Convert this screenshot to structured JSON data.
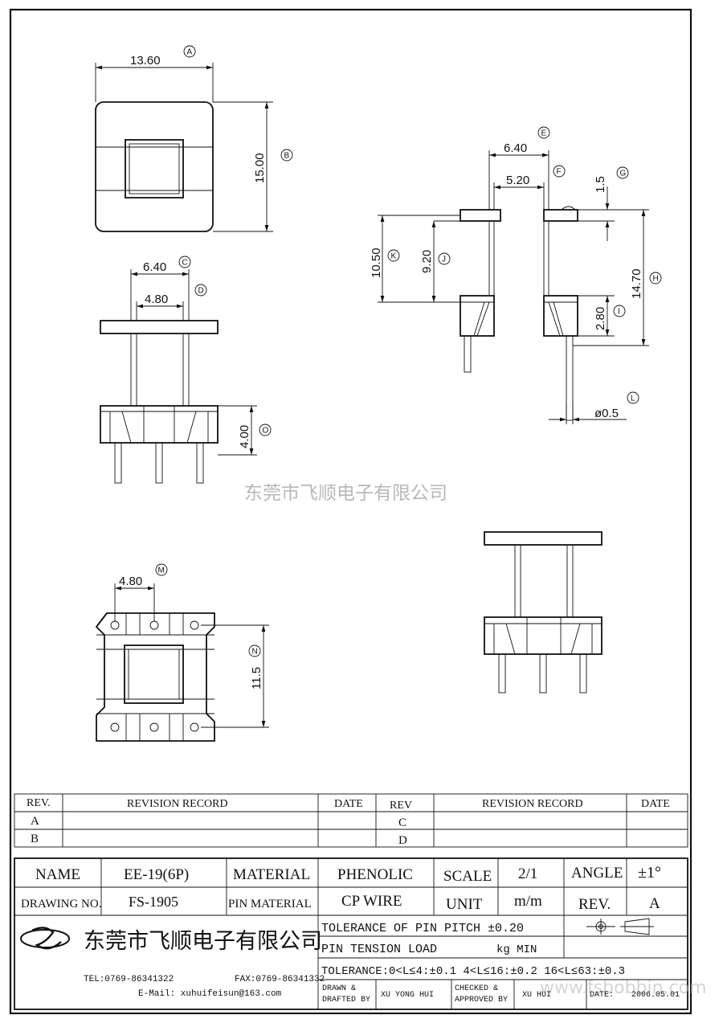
{
  "dimensions": {
    "A": "13.60",
    "B": "15.00",
    "C": "6.40",
    "D": "4.80",
    "O": "4.00",
    "E": "6.40",
    "F": "5.20",
    "G": "1.5",
    "K": "10.50",
    "J": "9.20",
    "H": "14.70",
    "I": "2.80",
    "L": "ø0.5",
    "M": "4.80",
    "N": "11.5"
  },
  "callouts": [
    "A",
    "B",
    "C",
    "D",
    "O",
    "E",
    "F",
    "G",
    "K",
    "J",
    "H",
    "I",
    "L",
    "M",
    "N"
  ],
  "watermark_center": "东莞市飞顺电子有限公司",
  "watermark_corner": "www.fsbobbin.com",
  "revision_table": {
    "headers": {
      "rev": "REV.",
      "record": "REVISION RECORD",
      "date": "DATE",
      "rev2": "REV",
      "record2": "REVISION RECORD",
      "date2": "DATE"
    },
    "rows": [
      {
        "left": "A",
        "right": "C"
      },
      {
        "left": "B",
        "right": "D"
      }
    ]
  },
  "title_block": {
    "name_label": "NAME",
    "name_value": "EE-19(6P)",
    "material_label": "MATERIAL",
    "material_value": "PHENOLIC",
    "scale_label": "SCALE",
    "scale_value": "2/1",
    "angle_label": "ANGLE",
    "angle_value": "±1°",
    "drawing_no_label": "DRAWING NO.",
    "drawing_no_value": "FS-1905",
    "pin_material_label": "PIN MATERIAL",
    "pin_material_value": "CP WIRE",
    "unit_label": "UNIT",
    "unit_value": "m/m",
    "rev_label": "REV.",
    "rev_value": "A",
    "company": "东莞市飞顺电子有限公司",
    "tel": "TEL:0769-86341322",
    "fax": "FAX:0769-86341332",
    "email": "E-Mail: xuhuifeisun@163.com",
    "pin_pitch_tol": "TOLERANCE OF PIN PITCH ±0.20",
    "pin_tension_label": "PIN TENSION  LOAD",
    "pin_tension_unit": "kg MIN",
    "tolerance": "TOLERANCE:0<L≤4:±0.1  4<L≤16:±0.2  16<L≤63:±0.3",
    "drawn_by_label_1": "DRAWN &",
    "drawn_by_label_2": "DRAFTED BY",
    "drawn_by_value": "XU YONG HUI",
    "checked_label_1": "CHECKED &",
    "checked_label_2": "APPROVED BY",
    "checked_value": "XU   HUI",
    "date_label": "DATE:",
    "date_value": "2006.05.01"
  }
}
